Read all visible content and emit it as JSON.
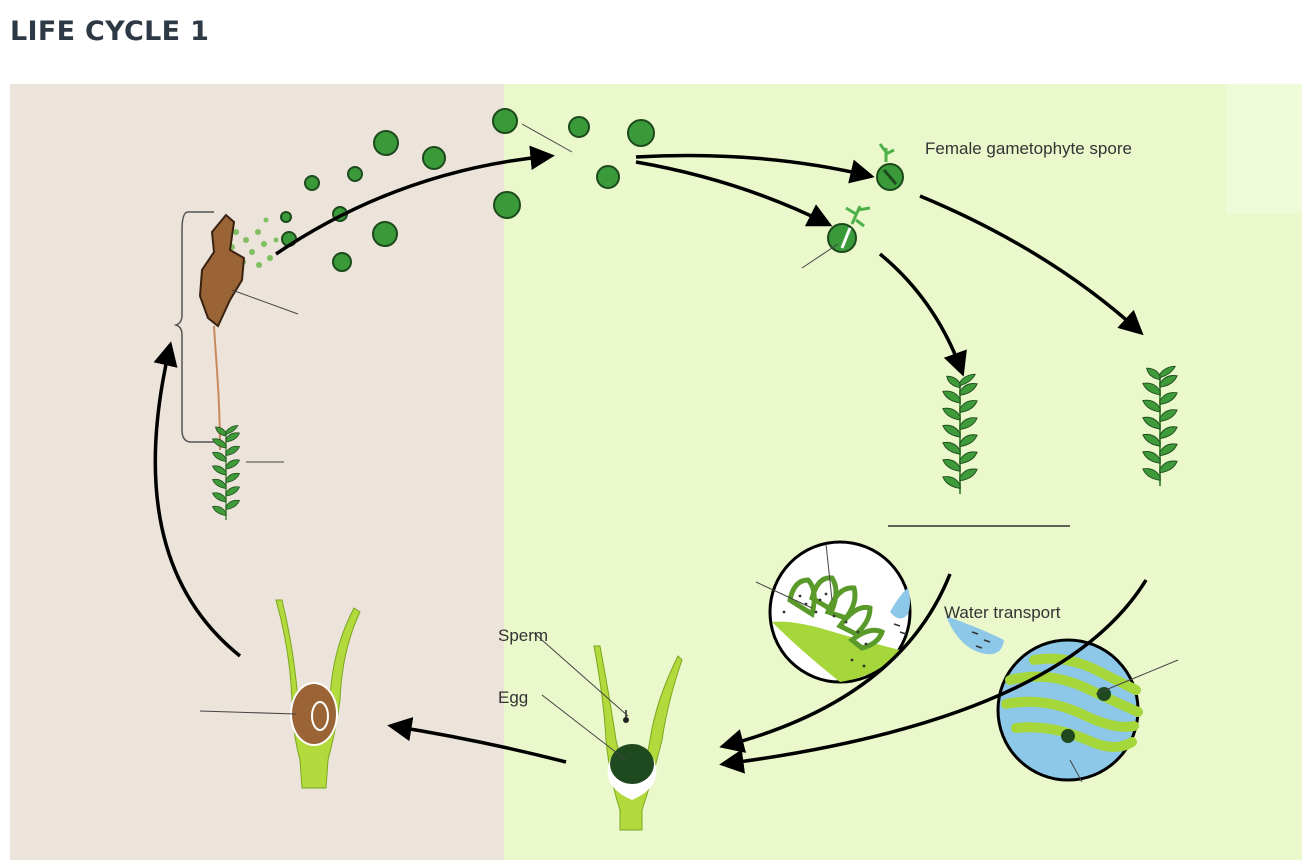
{
  "page": {
    "title": "LIFE CYCLE 1"
  },
  "labels": {
    "female_spore": "Female gametophyte spore",
    "water_transport": "Water transport",
    "sperm": "Sperm",
    "egg": "Egg"
  },
  "colors": {
    "sporophyte_bg": "#ece3da",
    "gametophyte_bg": "#eaf8cb",
    "spore_green": "#3a9a3a",
    "capsule_brown": "#9b6437",
    "archegonium_green": "#b3da3d",
    "egg_dark": "#1f4a1f",
    "water_blue": "#8ec8e8"
  }
}
